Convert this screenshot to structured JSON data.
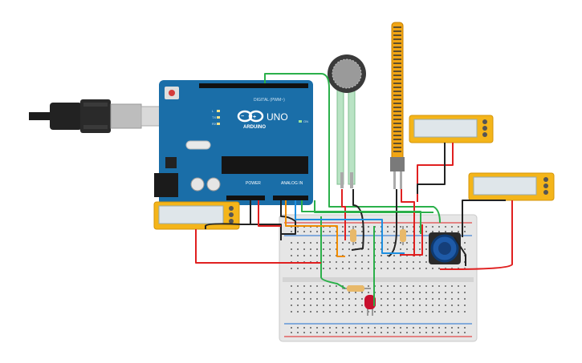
{
  "arduino": {
    "brand": "ARDUINO",
    "model": "UNO",
    "digital_header": "DIGITAL (PWM~)",
    "power_label": "POWER",
    "analog_label": "ANALOG IN",
    "on_led_label": "ON",
    "tx_label": "TX",
    "rx_label": "RX",
    "l_label": "L"
  },
  "components": {
    "usb_cable": "usb-cable",
    "force_sensor": "force-sensitive-resistor",
    "flex_sensor": "flex-sensor",
    "potentiometer": "potentiometer",
    "led_color": "#c8102e",
    "breadboard": "breadboard"
  },
  "multimeters": [
    {
      "id": "meter-1",
      "display": ""
    },
    {
      "id": "meter-2",
      "display": ""
    },
    {
      "id": "meter-3",
      "display": ""
    }
  ],
  "colors": {
    "arduino_blue": "#00878f",
    "board_blue": "#1a6ea8",
    "wire_green": "#2bb04a",
    "wire_red": "#e02020",
    "wire_black": "#222222",
    "wire_orange": "#f08c00",
    "wire_blue": "#1e8fe0",
    "meter_yellow": "#f4b51a"
  }
}
